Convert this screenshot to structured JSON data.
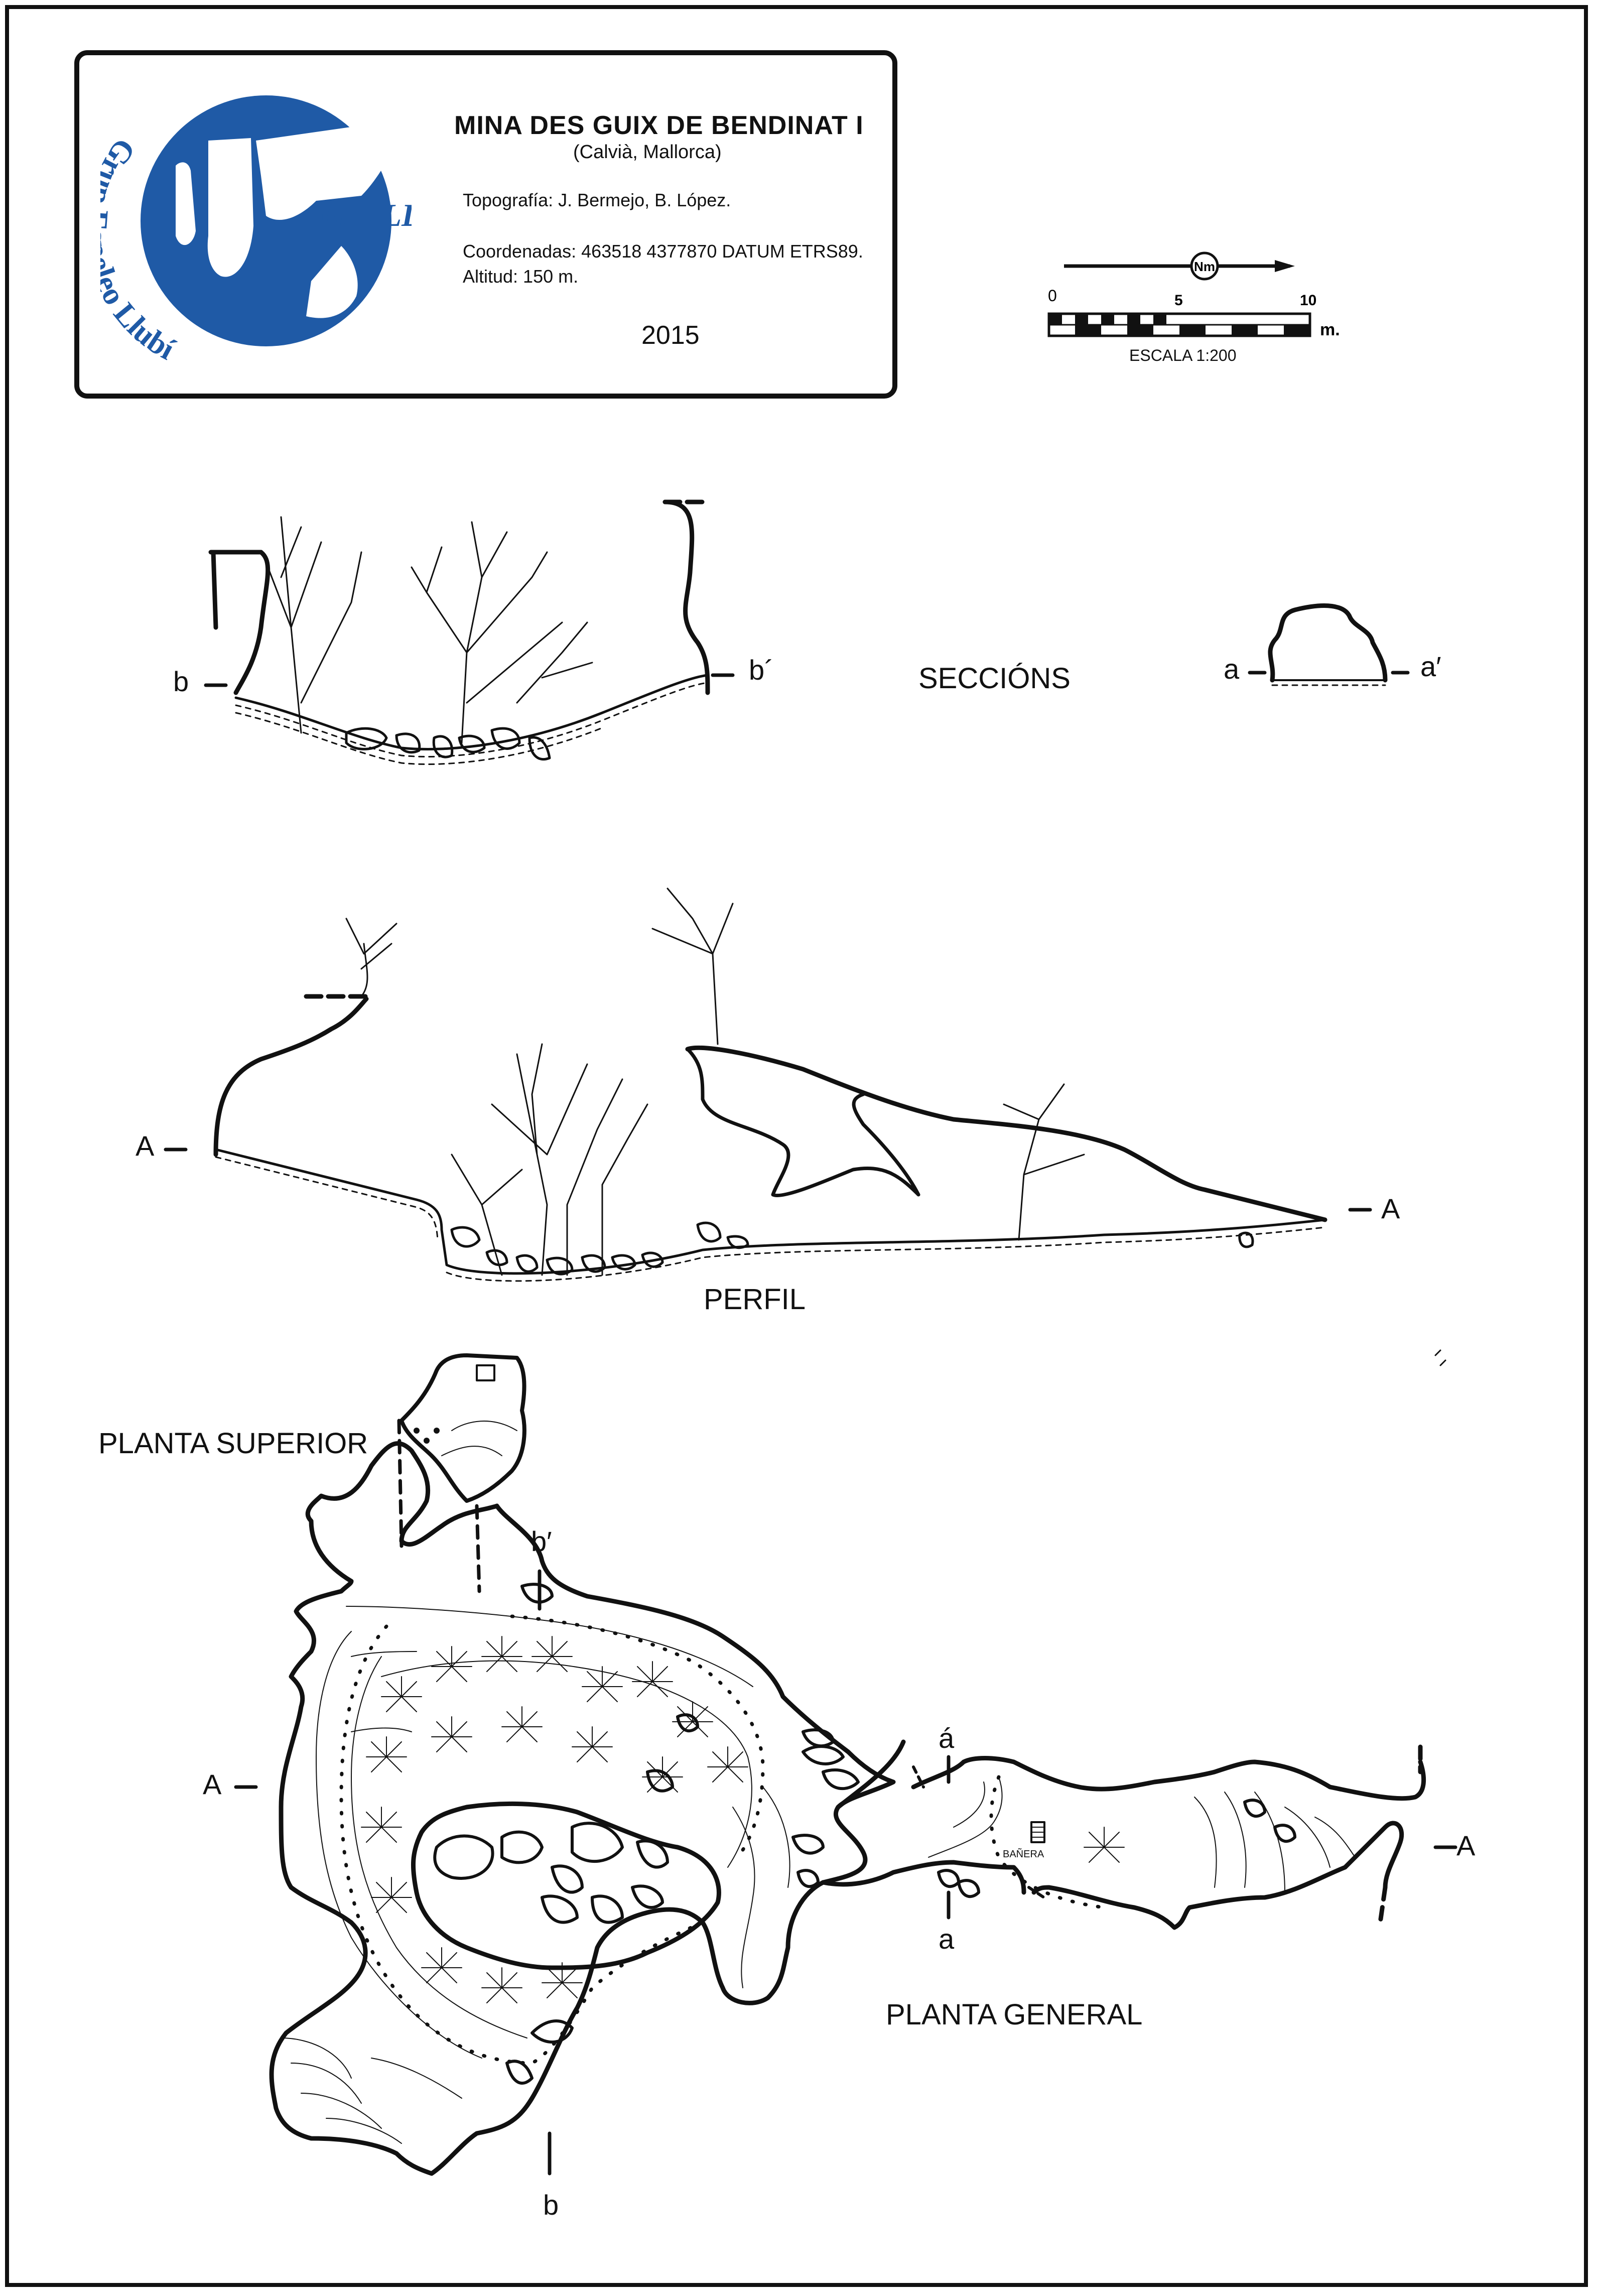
{
  "header": {
    "title": "MINA DES GUIX DE BENDINAT I",
    "location": "(Calvià, Mallorca)",
    "topography": "Topografía: J. Bermejo, B. López.",
    "coordinates": "Coordenadas: 463518 4377870  DATUM ETRS89.",
    "altitude": "Altitud: 150 m.",
    "year": "2015"
  },
  "logo": {
    "acronym": "G.E.LL.",
    "arc_text": "Grup Espeleo Llubí",
    "color": "#1f5aa6"
  },
  "scale": {
    "north_label": "Nm",
    "tick_0": "0",
    "tick_5": "5",
    "tick_10": "10",
    "unit": "m.",
    "label": "ESCALA 1:200"
  },
  "sections": {
    "heading": "SECCIÓNS",
    "b_left": "b",
    "b_right": "b´",
    "a_left": "a",
    "a_right": "a′"
  },
  "profile": {
    "heading": "PERFIL",
    "a_left": "A",
    "a_right": "A"
  },
  "plan": {
    "upper_heading": "PLANTA SUPERIOR",
    "general_heading": "PLANTA GENERAL",
    "b_top": "b′",
    "b_bottom": "b",
    "a_left": "A",
    "a_right": "A",
    "a_small_top": "á",
    "a_small_bottom": "a",
    "banera": "BAÑERA"
  },
  "colors": {
    "ink": "#111111",
    "logo_blue": "#1f5aa6"
  }
}
